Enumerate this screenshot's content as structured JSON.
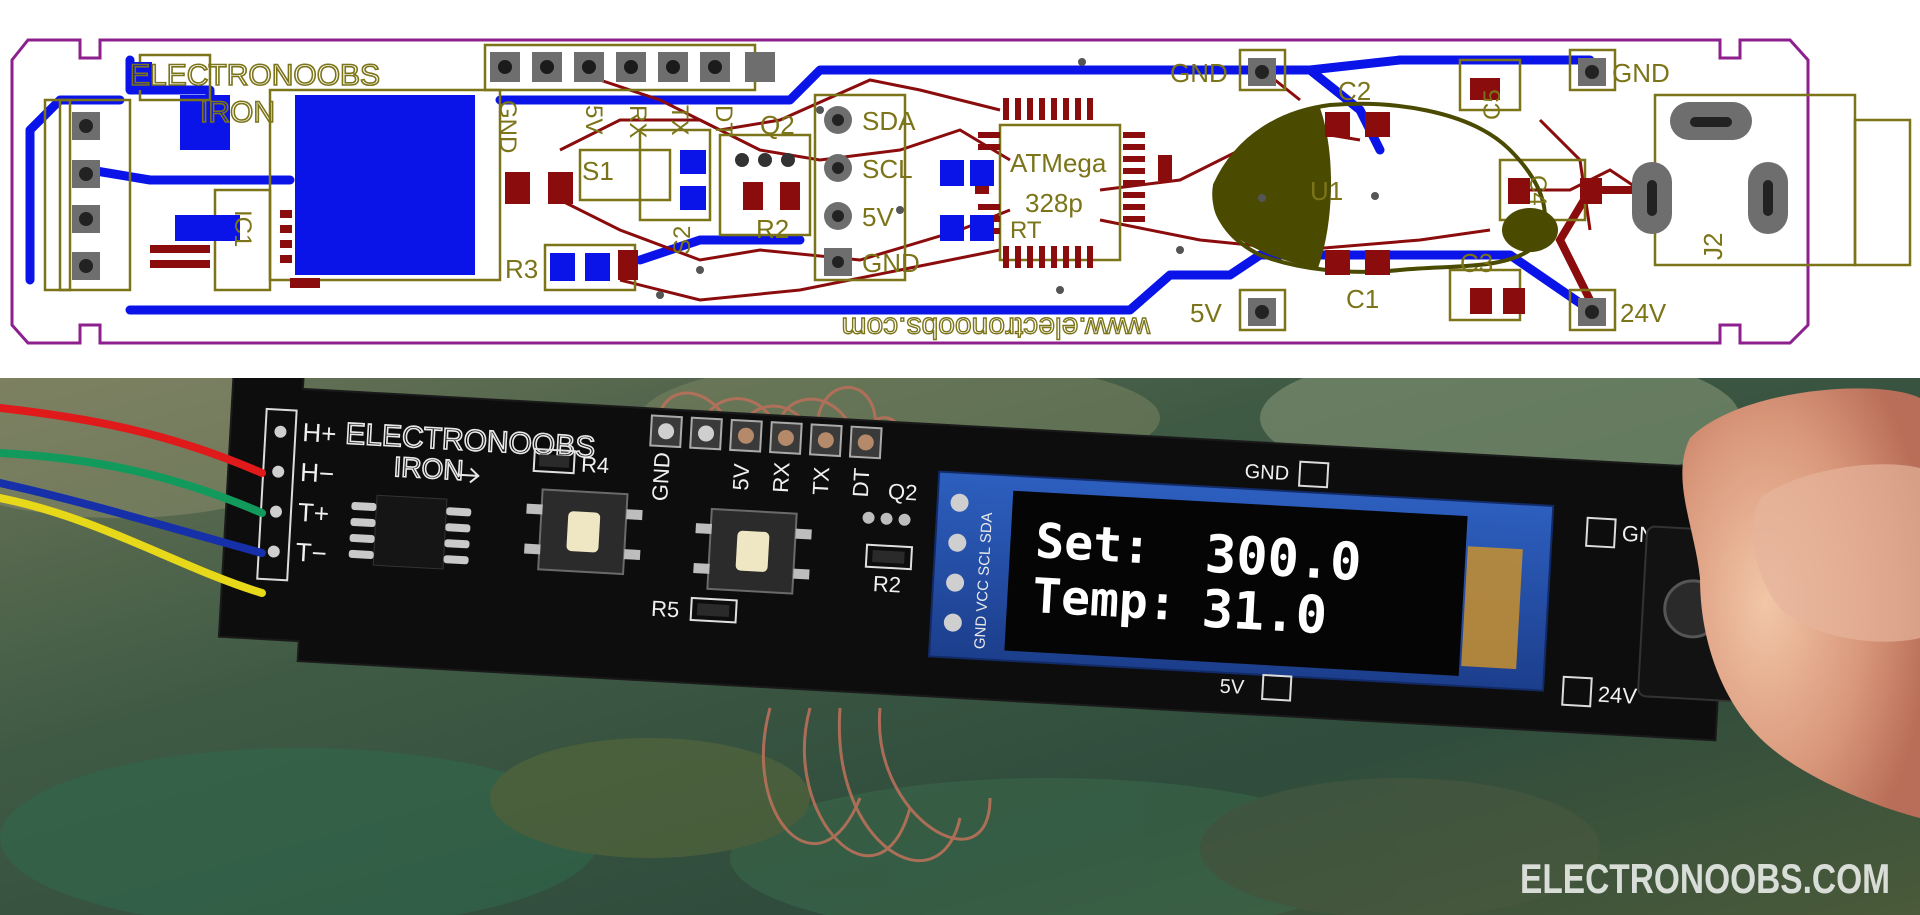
{
  "pcb_layout": {
    "silk_text": {
      "title_line1": "ELECTRONOOBS",
      "title_line2": "IRON",
      "pin_gnd_vertical": "GND",
      "pin_5v_vertical": "5V",
      "pin_rx_vertical": "RX",
      "pin_tx_vertical": "TX",
      "pin_dt_vertical": "DT",
      "s1": "S1",
      "s2": "S2",
      "q2": "Q2",
      "r2": "R2",
      "r3": "R3",
      "ic1": "IC1",
      "oled_sda": "SDA",
      "oled_scl": "SCL",
      "oled_5v": "5V",
      "oled_gnd": "GND",
      "mcu_line1": "ATMega",
      "mcu_line2": "328p",
      "u1": "U1",
      "rt": "RT",
      "gnd_top": "GND",
      "gnd_right": "GND",
      "c2": "C2",
      "c5": "C5",
      "c1": "C1",
      "c3": "C3",
      "c4": "C4",
      "j2": "J2",
      "label_5v_bottom": "5V",
      "label_24v": "24V",
      "website_mirrored": "www.electronoobs.com"
    },
    "colors": {
      "outline": "#8e1f8e",
      "top_copper": "#8b0c0c",
      "bottom_copper": "#0a14e8",
      "silkscreen": "#7b7418",
      "pad_grey": "#6e6e6e",
      "logo_fill": "#4a4a00"
    }
  },
  "photo": {
    "silk_text": {
      "brand_line1": "ELECTRONOOBS",
      "brand_line2": "IRON",
      "h_plus": "H+",
      "h_minus": "H−",
      "t_plus": "T+",
      "t_minus": "T−",
      "r4": "R4",
      "r5": "R5",
      "r2": "R2",
      "q2": "Q2",
      "header_gnd": "GND",
      "header_5v": "5V",
      "header_rx": "RX",
      "header_tx": "TX",
      "header_dt": "DT",
      "oled_pins": "GND VCC SCL SDA",
      "gnd_label": "GND",
      "gnd_right": "GND",
      "label_5v": "5V",
      "label_24v": "24V"
    },
    "oled": {
      "line1_label": "Set:",
      "line1_value": "300.0",
      "line2_label": "Temp:",
      "line2_value": "31.0"
    },
    "watermark": "ELECTRONOOBS.COM",
    "wire_colors": [
      "#e01a1a",
      "#119a5c",
      "#1530a8",
      "#e8d81a"
    ]
  }
}
